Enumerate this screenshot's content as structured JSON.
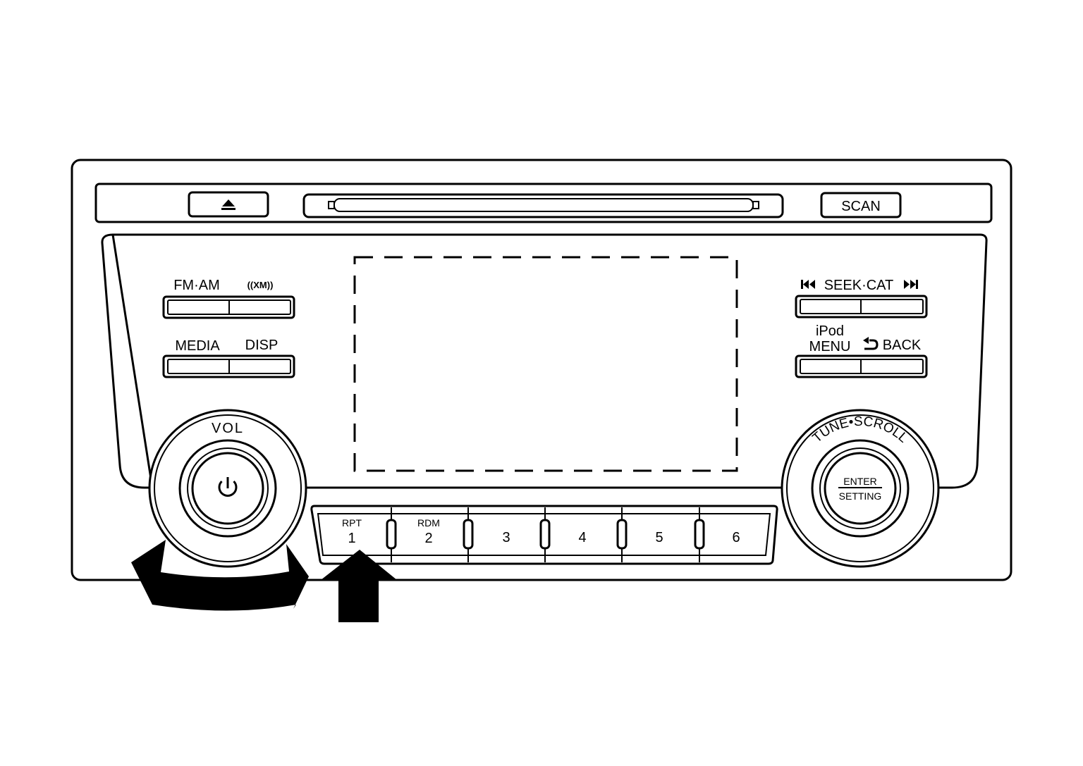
{
  "top_bar": {
    "eject_icon": "eject-icon",
    "scan_label": "SCAN"
  },
  "left_controls": {
    "fm_am_label": "FM·AM",
    "xm_label": "((XM))",
    "media_label": "MEDIA",
    "disp_label": "DISP",
    "vol_label": "VOL",
    "power_icon": "power-icon"
  },
  "right_controls": {
    "seek_cat_label": "SEEK·CAT",
    "seek_prev_icon": "skip-back-icon",
    "seek_next_icon": "skip-forward-icon",
    "ipod_label": "iPod",
    "menu_label": "MENU",
    "back_label": "BACK",
    "back_icon": "back-arrow-icon",
    "tune_scroll_label": "TUNE•SCROLL",
    "enter_label": "ENTER",
    "setting_label": "SETTING"
  },
  "presets": [
    {
      "number": "1",
      "sub": "RPT"
    },
    {
      "number": "2",
      "sub": "RDM"
    },
    {
      "number": "3",
      "sub": ""
    },
    {
      "number": "4",
      "sub": ""
    },
    {
      "number": "5",
      "sub": ""
    },
    {
      "number": "6",
      "sub": ""
    }
  ],
  "indicators": {
    "rotate_arrow": "rotate-knob-arrow",
    "press_arrow": "press-arrow"
  }
}
